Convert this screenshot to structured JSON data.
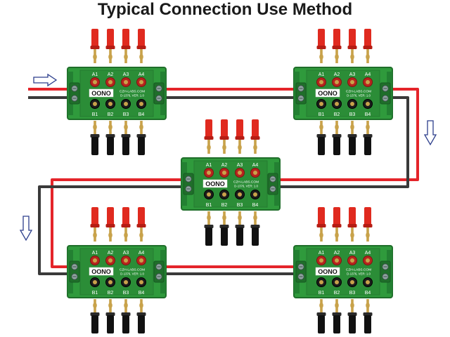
{
  "title": "Typical Connection Use Method",
  "board": {
    "top_labels": [
      "A1",
      "A2",
      "A3",
      "A4"
    ],
    "bottom_labels": [
      "B1",
      "B2",
      "B3",
      "B4"
    ],
    "brand": "CZH-LABS.COM",
    "model": "D-1376, VER: 1.0",
    "switch_text": "OONO"
  },
  "colors": {
    "board_green": "#2f9a3c",
    "board_dark": "#1f6e2a",
    "red_wire": "#e4242a",
    "black_wire": "#3a3a3a",
    "red_plug": "#e02a1f",
    "black_plug": "#111111",
    "brass": "#c8a24a",
    "arrow": "#2c3e8c"
  },
  "icons": {
    "flow_arrow": "hollow-arrow-icon"
  }
}
